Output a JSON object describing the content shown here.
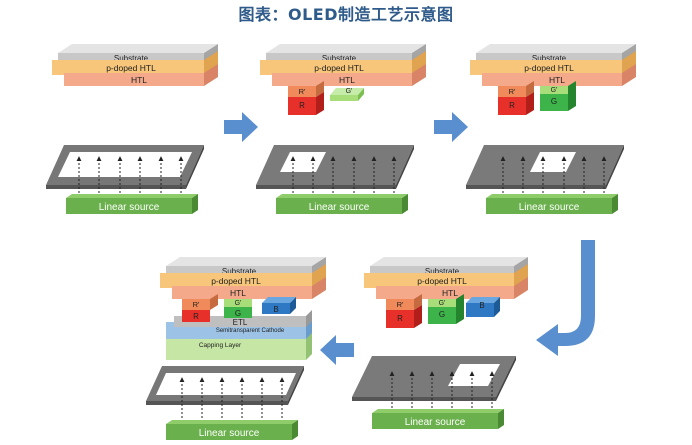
{
  "title": "图表：OLED制造工艺示意图",
  "labels": {
    "substrate": "Substrate",
    "p_doped_htl": "p-doped HTL",
    "htl": "HTL",
    "r_prime": "R'",
    "r": "R",
    "g_prime": "G'",
    "g": "G",
    "b": "B",
    "etl": "ETL",
    "cathode": "Semitransparent Cathode",
    "capping": "Capping Layer",
    "linear_source": "Linear source"
  },
  "colors": {
    "title": "#2f5b8a",
    "substrate": "#c8c8c8",
    "p_doped_htl": "#f7c67a",
    "htl": "#f4a98a",
    "red": "#e8302a",
    "red_prime": "#f08a5a",
    "green": "#3cb44a",
    "green_prime": "#a8de7a",
    "blue": "#2e78c4",
    "etl": "#bfbfbf",
    "cathode": "#9cc3e6",
    "capping": "#c5e6a5",
    "source": "#6ab04c",
    "arrow": "#5a8fcf"
  },
  "panels": [
    {
      "id": "step-1",
      "pixels": []
    },
    {
      "id": "step-2",
      "pixels": [
        "R",
        "G-prime"
      ]
    },
    {
      "id": "step-3",
      "pixels": [
        "R",
        "G"
      ]
    },
    {
      "id": "step-4",
      "pixels": [
        "R",
        "G",
        "B"
      ]
    },
    {
      "id": "step-5",
      "pixels": [
        "R",
        "G",
        "B",
        "ETL",
        "cathode",
        "capping"
      ]
    }
  ]
}
